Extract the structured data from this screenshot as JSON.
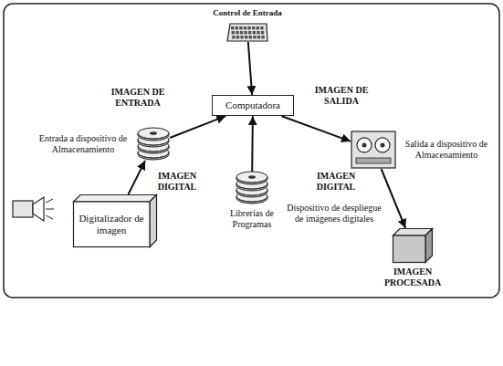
{
  "diagram": {
    "nodes": [
      {
        "text": [
          "Control de Entrada"
        ]
      },
      {
        "text": [
          "Computadora"
        ]
      },
      {
        "text": [
          "Entrada a dispositivo de Almacenamiento"
        ]
      },
      {
        "text": [
          "Salida a dispositivo de Almacenamiento"
        ]
      },
      {
        "text": [
          "Librerías de Programas"
        ]
      },
      {
        "text": [
          "Digitalizador de imagen"
        ]
      },
      {
        "text": [
          "Dispositivo de despliegue de imágenes digitales",
          "IMAGEN PROCESADA"
        ]
      }
    ],
    "edges": [
      {
        "from": 0,
        "to": 1,
        "arrow": "to"
      },
      {
        "from": 5,
        "to": 2,
        "label": "IMAGEN DIGITAL",
        "arrow": "to"
      },
      {
        "from": 2,
        "to": 1,
        "label": "IMAGEN DE ENTRADA",
        "arrow": "to"
      },
      {
        "from": 4,
        "to": 1,
        "arrow": "to"
      },
      {
        "from": 1,
        "to": 3,
        "label": "IMAGEN DE SALIDA",
        "arrow": "to"
      },
      {
        "from": 3,
        "to": 6,
        "label": "IMAGEN DIGITAL",
        "arrow": "to"
      }
    ]
  }
}
